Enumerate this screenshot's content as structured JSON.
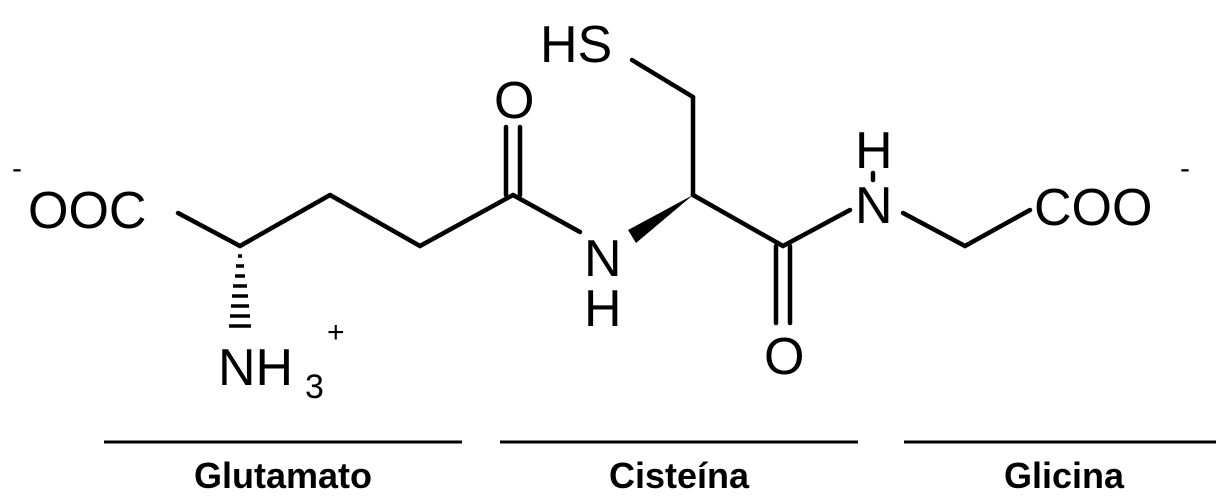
{
  "molecule": {
    "atoms": {
      "carboxylate_left": "OOC",
      "carboxylate_left_charge": "-",
      "amino_n": "NH",
      "amino_sub": "3",
      "amino_charge": "+",
      "thiol": "HS",
      "carbonyl_o_top": "O",
      "amide_n_left": "N",
      "amide_h_left": "H",
      "carbonyl_o_bottom": "O",
      "amide_n_right": "N",
      "amide_h_right": "H",
      "carboxylate_right": "COO",
      "carboxylate_right_charge": "-"
    }
  },
  "residues": [
    {
      "label": "Glutamato"
    },
    {
      "label": "Cisteína"
    },
    {
      "label": "Glicina"
    }
  ]
}
